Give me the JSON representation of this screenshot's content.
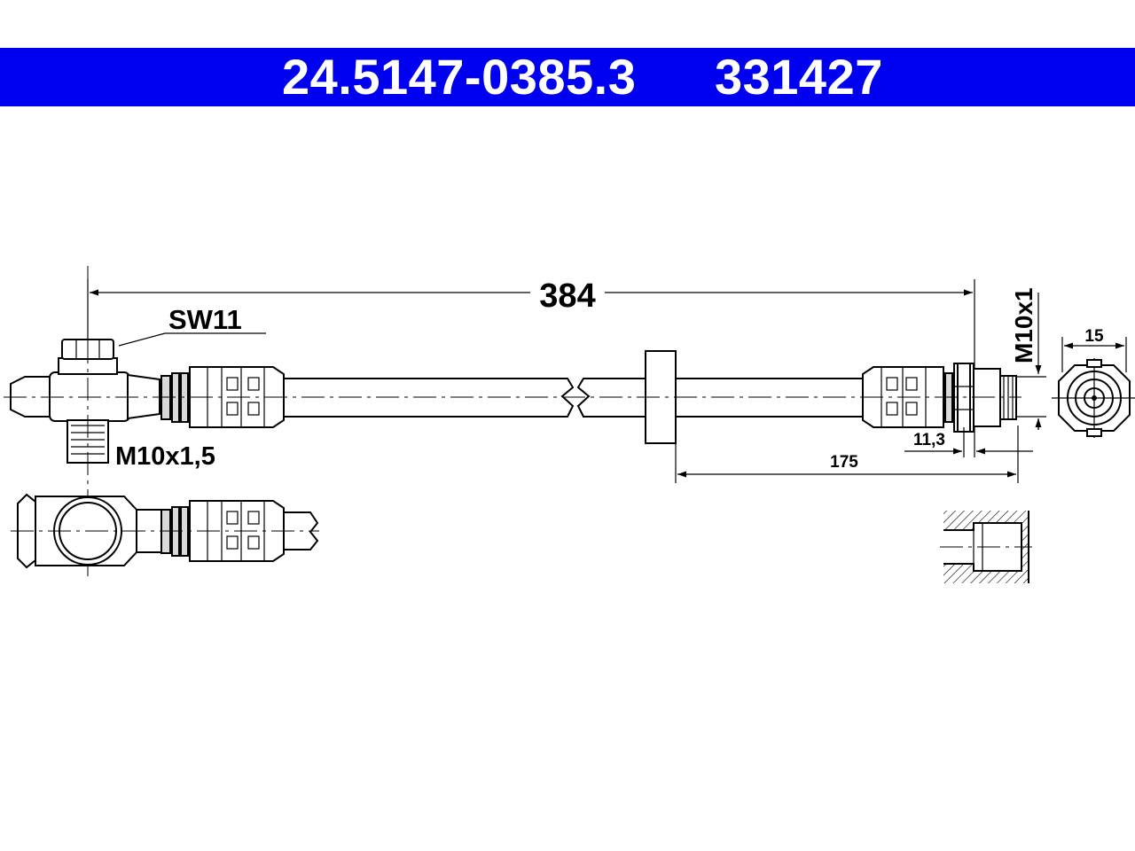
{
  "header": {
    "part_number": "24.5147-0385.3",
    "ref_number": "331427",
    "background_color": "#0000f0",
    "text_color": "#ffffff"
  },
  "dimensions": {
    "overall_length": "384",
    "wrench_size": "SW11",
    "left_thread": "M10x1,5",
    "right_thread": "M10x1",
    "bracket_offset": "175",
    "fitting_length": "11,3",
    "end_width": "15"
  }
}
